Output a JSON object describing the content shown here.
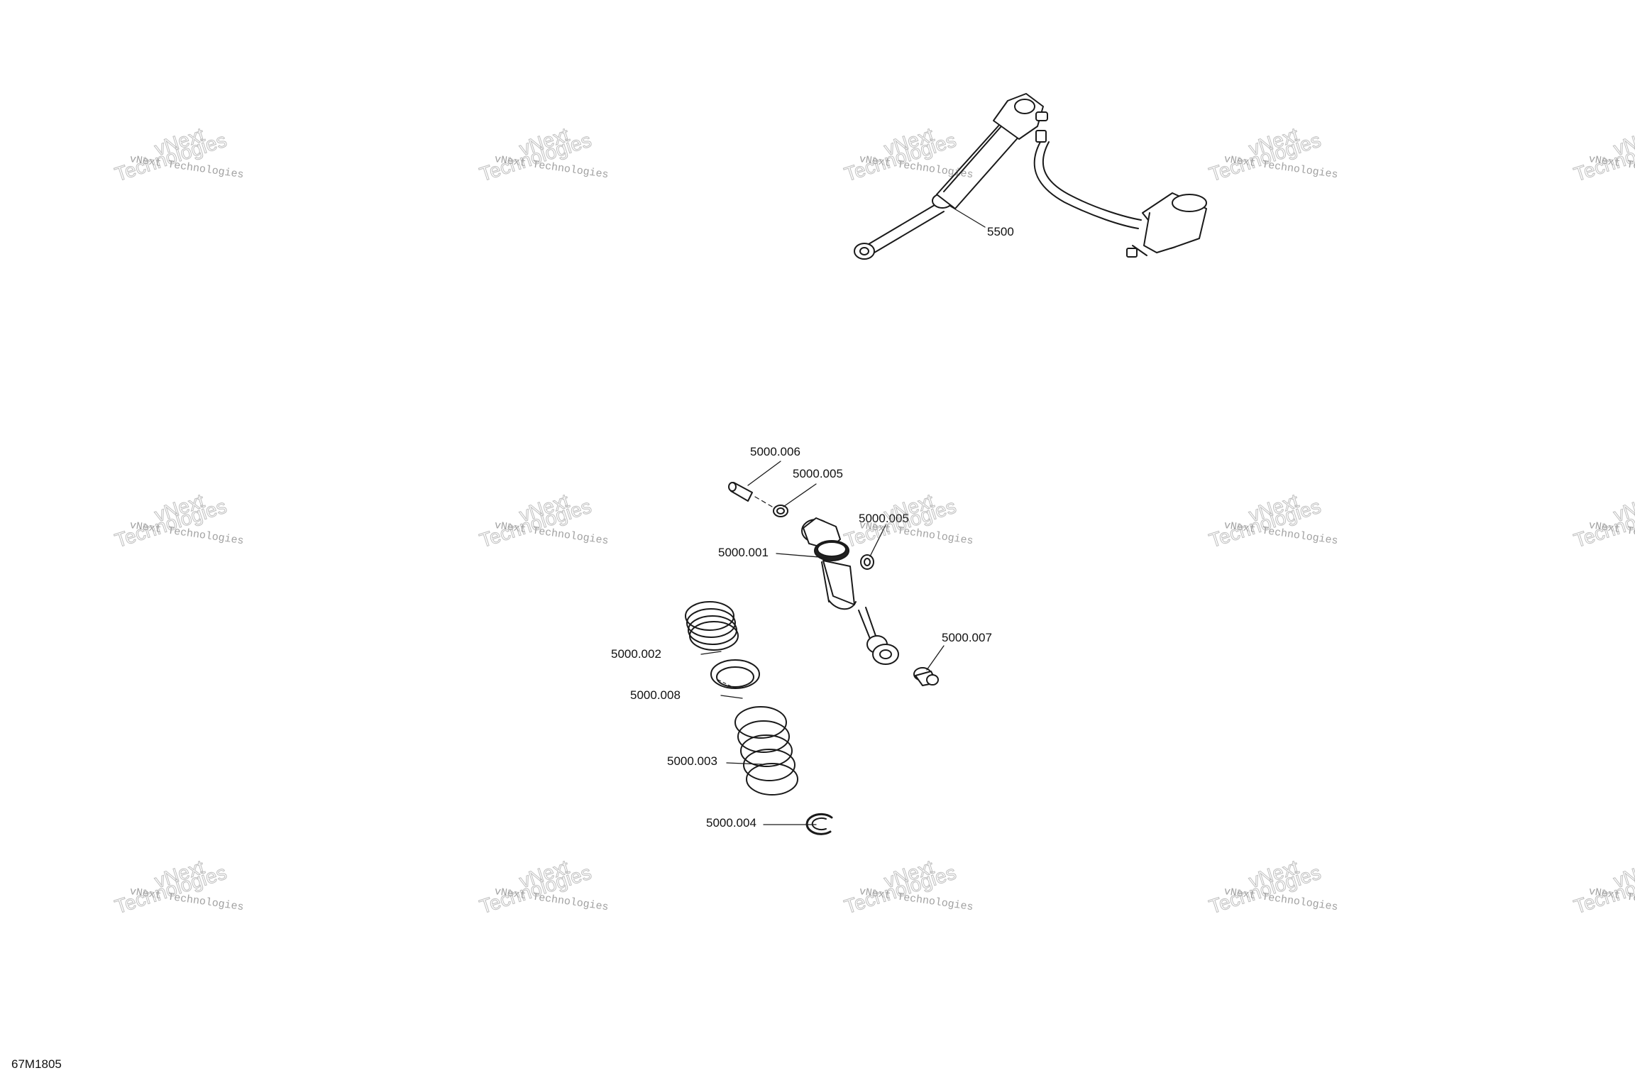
{
  "diagram": {
    "code": "67M1805",
    "watermark": {
      "small": "vNext Technologies",
      "large_word1": "vNext",
      "large_word2": "Technologies"
    },
    "callouts": {
      "c5500": "5500",
      "c5000_006": "5000.006",
      "c5000_005_top": "5000.005",
      "c5000_005_side": "5000.005",
      "c5000_001": "5000.001",
      "c5000_007": "5000.007",
      "c5000_002": "5000.002",
      "c5000_008": "5000.008",
      "c5000_003": "5000.003",
      "c5000_004": "5000.004"
    }
  }
}
